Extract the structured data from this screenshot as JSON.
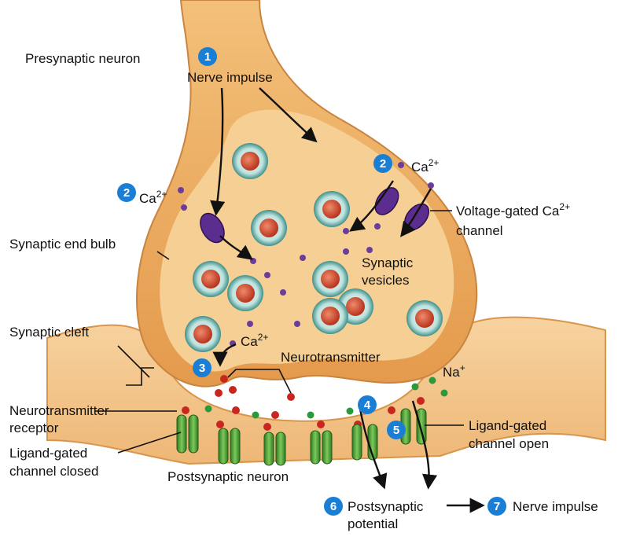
{
  "labels": {
    "presynaptic_neuron": "Presynaptic neuron",
    "nerve_impulse_top": "Nerve impulse",
    "ca_left": "Ca",
    "ca_right": "Ca",
    "ca_cleft": "Ca",
    "ca_charge": "2+",
    "voltage_gated_line1": "Voltage-gated Ca",
    "voltage_gated_line2": "channel",
    "synaptic_end_bulb": "Synaptic end bulb",
    "synaptic_vesicles_line1": "Synaptic",
    "synaptic_vesicles_line2": "vesicles",
    "synaptic_cleft": "Synaptic cleft",
    "neurotransmitter": "Neurotransmitter",
    "na": "Na",
    "na_charge": "+",
    "nt_receptor_line1": "Neurotransmitter",
    "nt_receptor_line2": "receptor",
    "lg_closed_line1": "Ligand-gated",
    "lg_closed_line2": "channel closed",
    "lg_open_line1": "Ligand-gated",
    "lg_open_line2": "channel open",
    "postsynaptic_neuron": "Postsynaptic neuron",
    "postsynaptic_potential_line1": "Postsynaptic",
    "postsynaptic_potential_line2": "potential",
    "nerve_impulse_bottom": "Nerve impulse"
  },
  "steps": [
    "1",
    "2",
    "2",
    "3",
    "4",
    "5",
    "6",
    "7"
  ],
  "colors": {
    "step_badge": "#1a7fd4",
    "membrane": "#f0b56a",
    "cytoplasm": "#f6cf94",
    "vesicle_ring": "#5fb3ad",
    "neurotransmitter_red": "#c8261e",
    "sodium_green": "#2a9a3a",
    "calcium_purple": "#6a3d9a",
    "channel_purple": "#5b2d8e",
    "receptor_green": "#3f9a2e"
  }
}
